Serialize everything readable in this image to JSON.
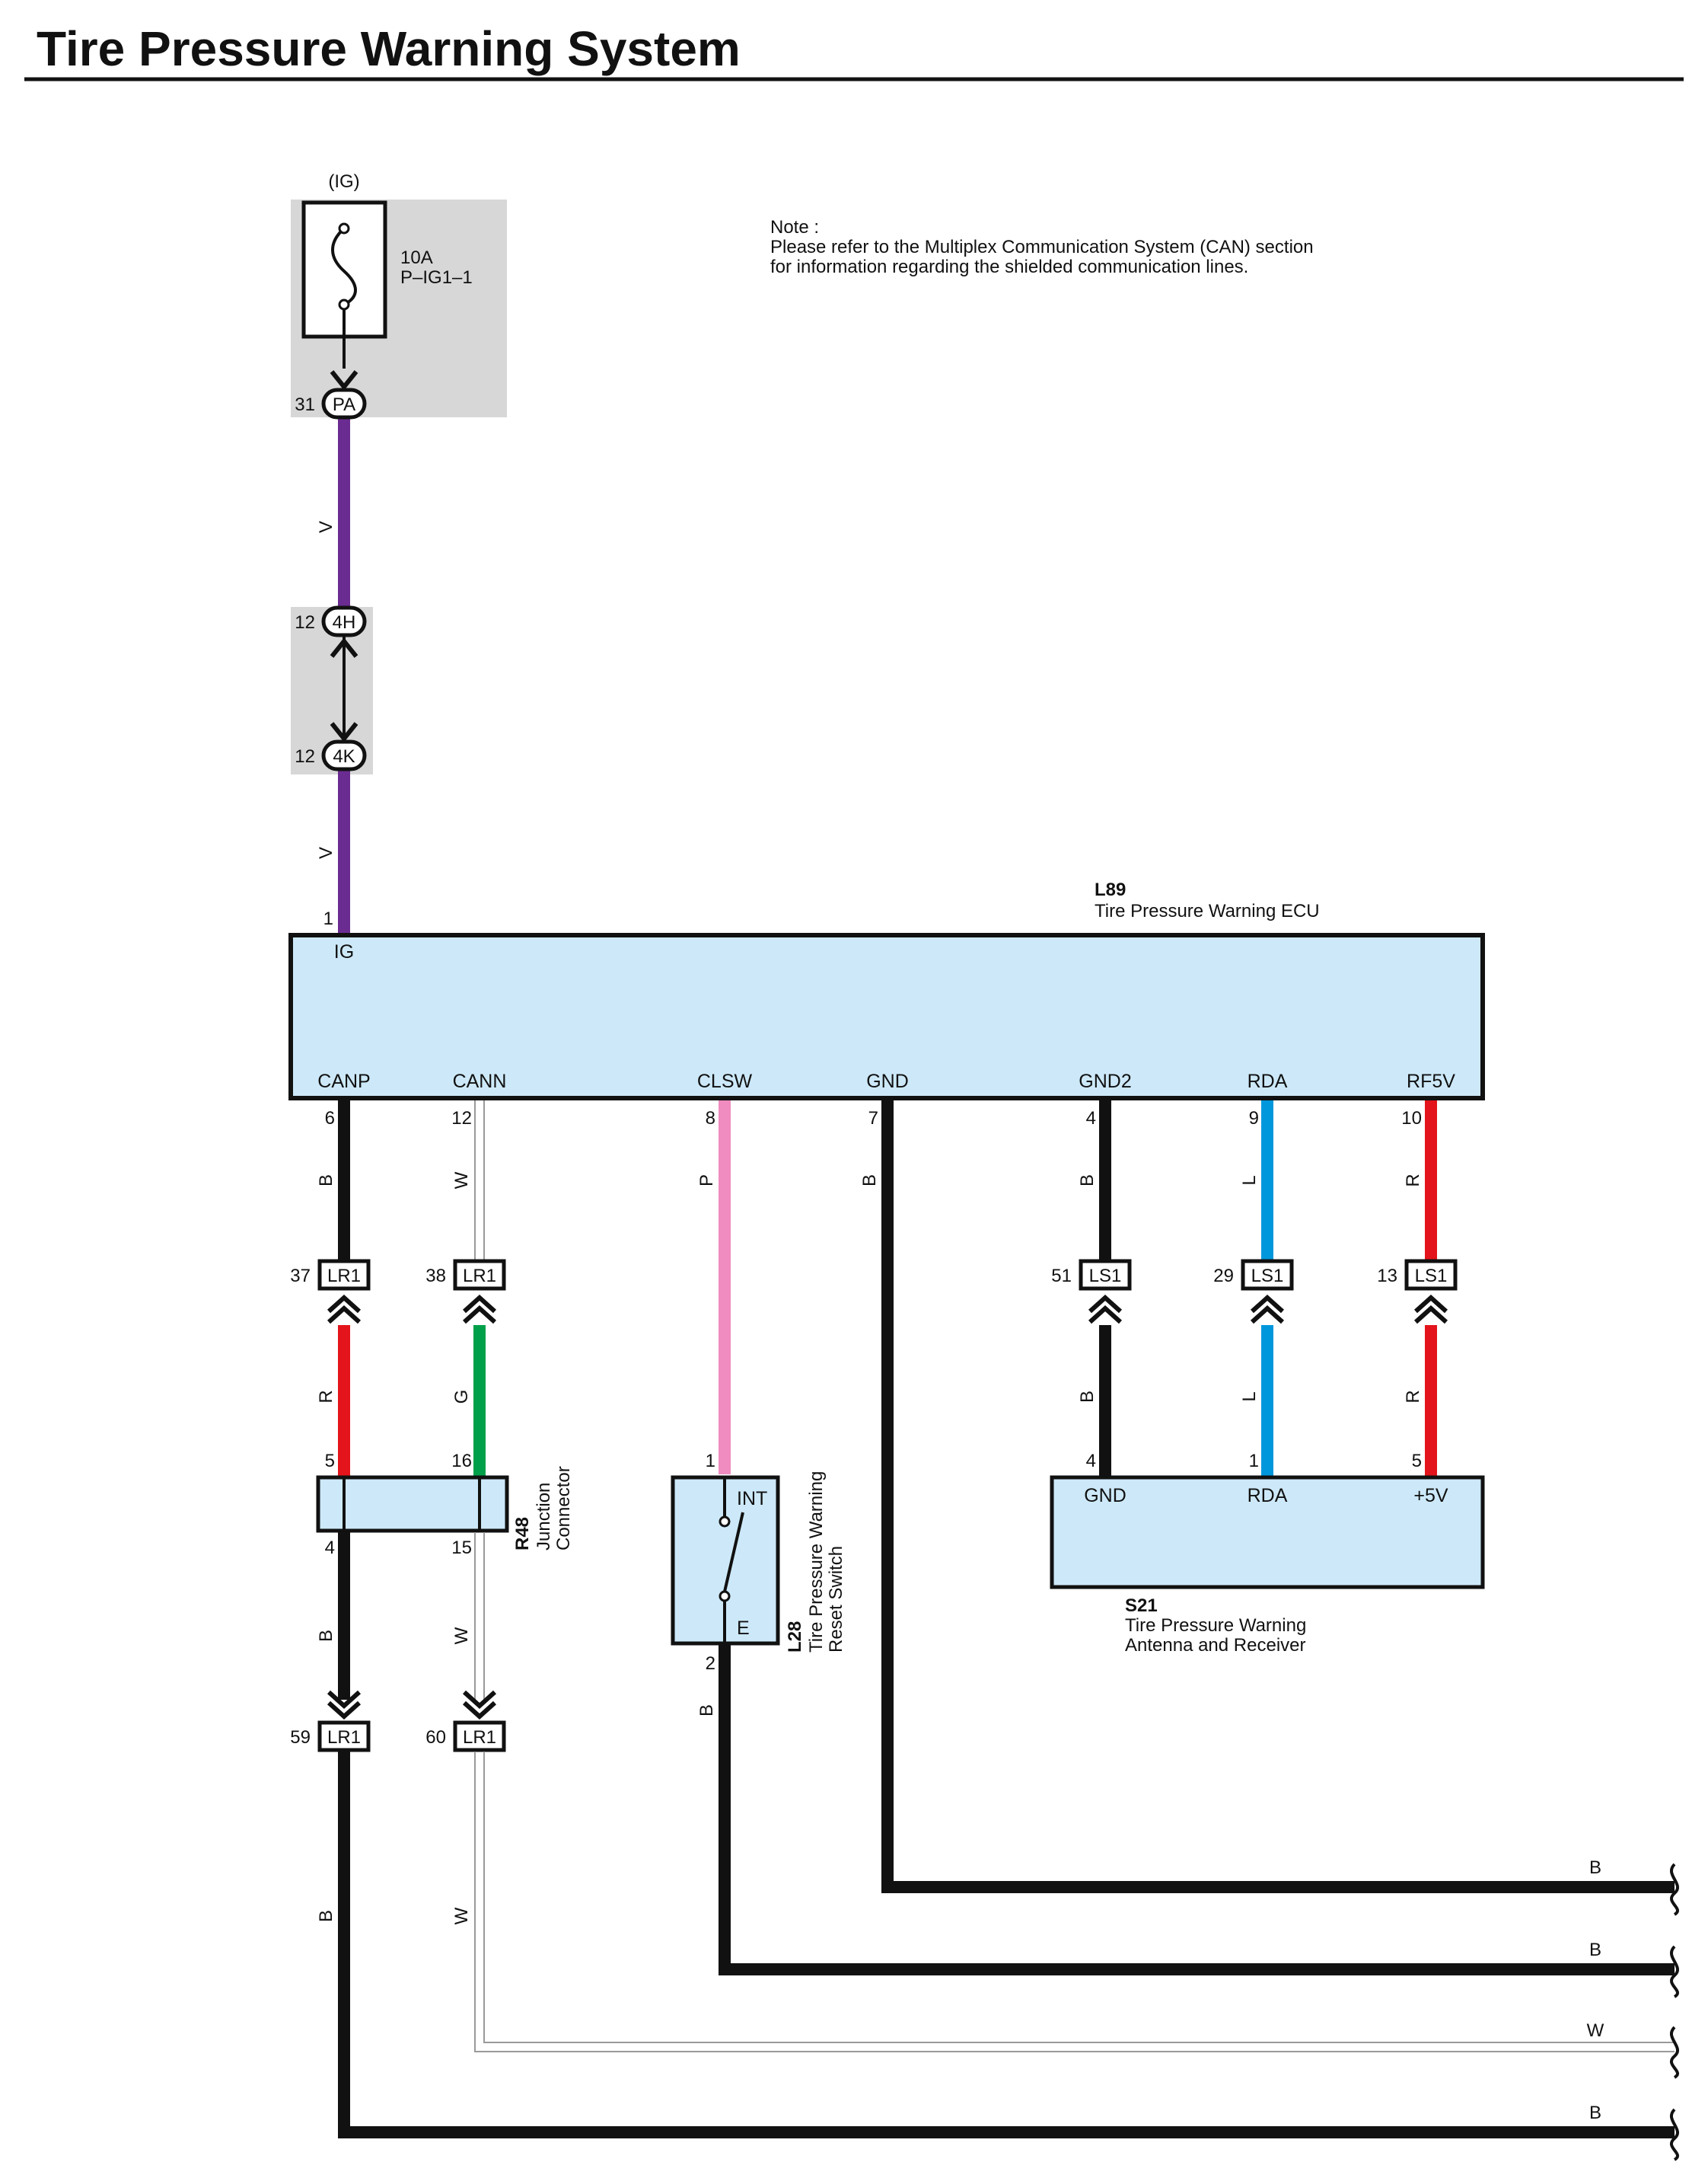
{
  "title": "Tire Pressure Warning System",
  "note": {
    "heading": "Note :",
    "line1": "Please refer to the Multiplex Communication System (CAN) section",
    "line2": "for information regarding the shielded communication lines."
  },
  "fuse": {
    "source": "(IG)",
    "rating": "10A",
    "name": "P–IG1–1"
  },
  "connectors": {
    "pa": {
      "label": "PA",
      "pin": "31"
    },
    "c4h": {
      "label": "4H",
      "pin": "12"
    },
    "c4k": {
      "label": "4K",
      "pin": "12"
    },
    "lr1_37": {
      "label": "LR1",
      "pin": "37"
    },
    "lr1_38": {
      "label": "LR1",
      "pin": "38"
    },
    "lr1_59": {
      "label": "LR1",
      "pin": "59"
    },
    "lr1_60": {
      "label": "LR1",
      "pin": "60"
    },
    "ls1_51": {
      "label": "LS1",
      "pin": "51"
    },
    "ls1_29": {
      "label": "LS1",
      "pin": "29"
    },
    "ls1_13": {
      "label": "LS1",
      "pin": "13"
    }
  },
  "ecu": {
    "code": "L89",
    "name": "Tire Pressure Warning ECU",
    "ig_pin": "1",
    "ig_label": "IG",
    "terminals": [
      {
        "label": "CANP",
        "pin": "6"
      },
      {
        "label": "CANN",
        "pin": "12"
      },
      {
        "label": "CLSW",
        "pin": "8"
      },
      {
        "label": "GND",
        "pin": "7"
      },
      {
        "label": "GND2",
        "pin": "4"
      },
      {
        "label": "RDA",
        "pin": "9"
      },
      {
        "label": "RF5V",
        "pin": "10"
      }
    ]
  },
  "junction": {
    "code": "R48",
    "name_line1": "Junction",
    "name_line2": "Connector",
    "pins": [
      "5",
      "16",
      "4",
      "15"
    ]
  },
  "switch": {
    "code": "L28",
    "name_line1": "Tire Pressure Warning",
    "name_line2": "Reset Switch",
    "int_label": "INT",
    "e_label": "E",
    "pin_in": "1",
    "pin_out": "2"
  },
  "receiver": {
    "code": "S21",
    "name_line1": "Tire Pressure Warning",
    "name_line2": "Antenna and Receiver",
    "terminals": [
      {
        "label": "GND",
        "pin": "4"
      },
      {
        "label": "RDA",
        "pin": "1"
      },
      {
        "label": "+5V",
        "pin": "5"
      }
    ]
  },
  "wire_colors": {
    "v_top": "V",
    "v_mid": "V",
    "canp_top": "B",
    "cann_top": "W",
    "clsw": "P",
    "gnd": "B",
    "gnd2_top": "B",
    "rda_top": "L",
    "rf5v_top": "R",
    "canp_mid": "R",
    "cann_mid": "G",
    "gnd2_bot": "B",
    "rda_bot": "L",
    "rf5v_bot": "R",
    "canp_low": "B",
    "cann_low": "W",
    "switch_e": "B",
    "canp_bot": "B",
    "cann_bot": "W",
    "bus_1": "B",
    "bus_2": "B",
    "bus_3": "W",
    "bus_4": "B"
  },
  "colors": {
    "violet": "#6b2c91",
    "black": "#111111",
    "white_wire": "#9a9a9a",
    "pink": "#f08cbf",
    "blue": "#0097dc",
    "red": "#e3141b",
    "green": "#00a04a",
    "ecu_fill": "#cde9f9",
    "shade": "#d7d7d7"
  }
}
